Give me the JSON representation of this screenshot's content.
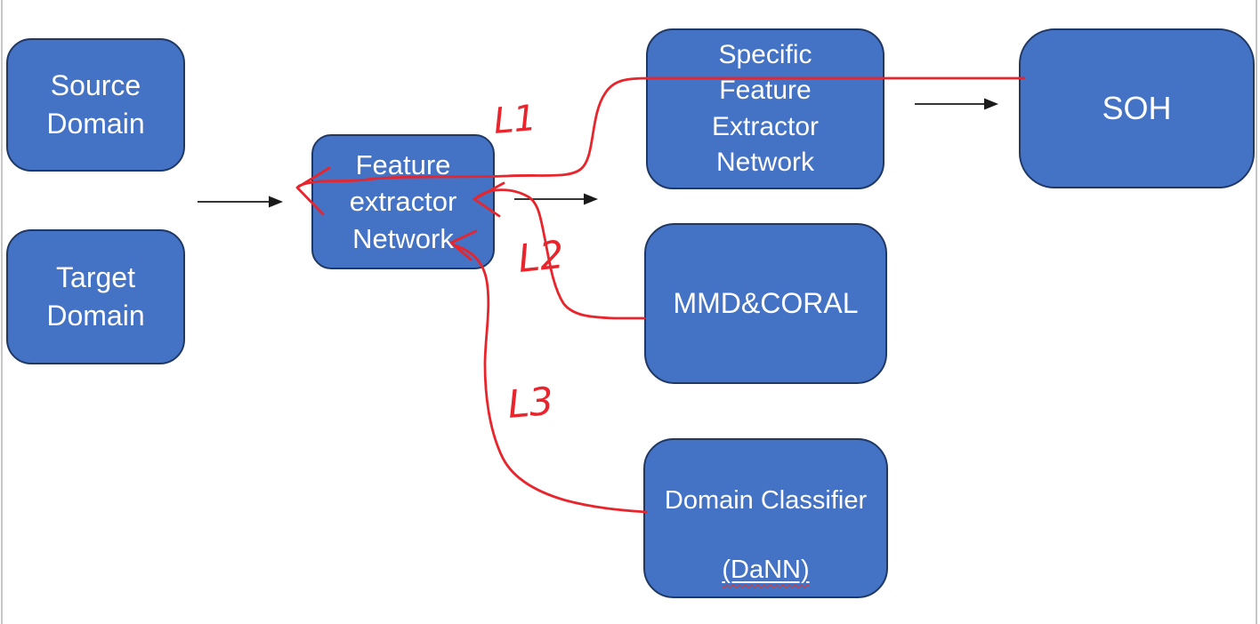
{
  "page": {
    "background": "#ffffff",
    "edge_border_color": "#c6c6c6"
  },
  "colors": {
    "node_fill": "#4472c4",
    "node_border": "#1f3864",
    "node_text": "#ffffff",
    "black_arrow": "#1a1a1a",
    "red_annotation": "#e8252c"
  },
  "nodes": {
    "source_domain": {
      "label": "Source\nDomain"
    },
    "target_domain": {
      "label": "Target\nDomain"
    },
    "feature_extractor": {
      "label": "Feature\nextractor\nNetwork"
    },
    "specific_feature_extractor": {
      "label": "Specific\nFeature\nExtractor\nNetwork"
    },
    "soh": {
      "label": "SOH"
    },
    "mmd_coral": {
      "label": "MMD&CORAL"
    },
    "domain_classifier": {
      "line1": "Domain Classifier",
      "line2": "(DaNN)"
    }
  },
  "annotations": {
    "l1": "L1",
    "l2": "L2",
    "l3": "L3"
  }
}
